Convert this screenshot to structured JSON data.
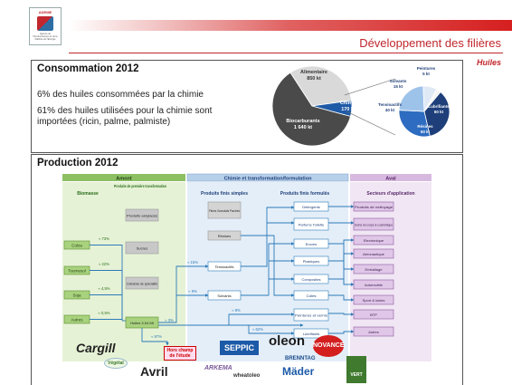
{
  "header": {
    "logo_text": "ADEME",
    "logo_caption": "Agence de l'Environnement et de la Maîtrise de l'Energie",
    "title": "Développement des filières",
    "subtitle": "Huiles"
  },
  "consumption": {
    "title": "Consommation 2012",
    "stat_1": "6% des huiles consommées par la chimie",
    "stat_2": "61% des huiles utilisées pour la chimie sont importées (ricin, palme, palmiste)"
  },
  "chart_data": [
    {
      "type": "pie",
      "slices": [
        {
          "label": "Biocarburants",
          "value": "1 640 kt",
          "color": "#4a4a4a"
        },
        {
          "label": "Alimentaire",
          "value": "850 kt",
          "color": "#d9d9d9"
        },
        {
          "label": "Chimie",
          "value": "170 kt",
          "color": "#1f5aa6"
        }
      ]
    },
    {
      "type": "pie",
      "slices": [
        {
          "label": "Lubrifiants",
          "value": "60 kt",
          "color": "#1e3f7a"
        },
        {
          "label": "Résines",
          "value": "50 kt",
          "color": "#2d6cc0"
        },
        {
          "label": "Tensioactifs",
          "value": "40 kt",
          "color": "#9ec3ea"
        },
        {
          "label": "Solvants",
          "value": "15 kt",
          "color": "#dfe9f5"
        },
        {
          "label": "Peintures",
          "value": "5 kt",
          "color": "#f5f5f5"
        }
      ]
    }
  ],
  "production": {
    "title": "Production 2012",
    "sections": {
      "amont": "Amont",
      "chimie": "Chimie et transformation/formulation",
      "aval": "Aval"
    },
    "col_headers": {
      "biomasse": "Biomasse",
      "premiere": "Produits de première transformation",
      "simples": "Produits finis simples",
      "formules": "Produits finis formulés",
      "secteurs": "Secteurs d'application"
    },
    "biomasse": [
      "Colza",
      "Tournesol",
      "Soja",
      "Autres"
    ],
    "biomasse_pct": [
      "≈ 73%",
      "≈ 22%",
      "≈ 4,5%",
      "≈ 0,5%"
    ],
    "premiere": [
      "Produits amylacés",
      "Sucres",
      "Cellulose de spécialité",
      "Huiles 3,04 Mt"
    ],
    "simples": [
      "Fibres Granulats Poudres",
      "Résines",
      "Tensioactifs",
      "Solvants"
    ],
    "formules": [
      "Détergents",
      "Parfums Toilette",
      "Encres",
      "Plastiques",
      "Composites",
      "Colles",
      "Peintures et vernis",
      "Lubrifiants"
    ],
    "secteurs": [
      "Produits de nettoyage",
      "Soins du corps & cosmétique",
      "Electronique",
      "Aéronautique",
      "Emballage",
      "Automobile",
      "Sport & loisirs",
      "BTP",
      "Autres"
    ],
    "flow_pct": [
      "≈ 15%",
      "≈ 9%",
      "≈ 3%",
      "≈ 8%",
      "≈ 62%",
      "≈ 97%"
    ]
  },
  "logos": {
    "cargill": "Cargill",
    "vegetal": "Végétal",
    "avril": "Avril",
    "hors_champ": "Hors champ de l'étude",
    "arkema": "ARKEMA",
    "seppic": "SEPPIC",
    "wheatoleo": "wheatoleo",
    "oleon": "oleon",
    "brenntag": "BRENNTAG",
    "mader": "Mäder",
    "novance": "NOVANCE",
    "vert": "VERT"
  }
}
